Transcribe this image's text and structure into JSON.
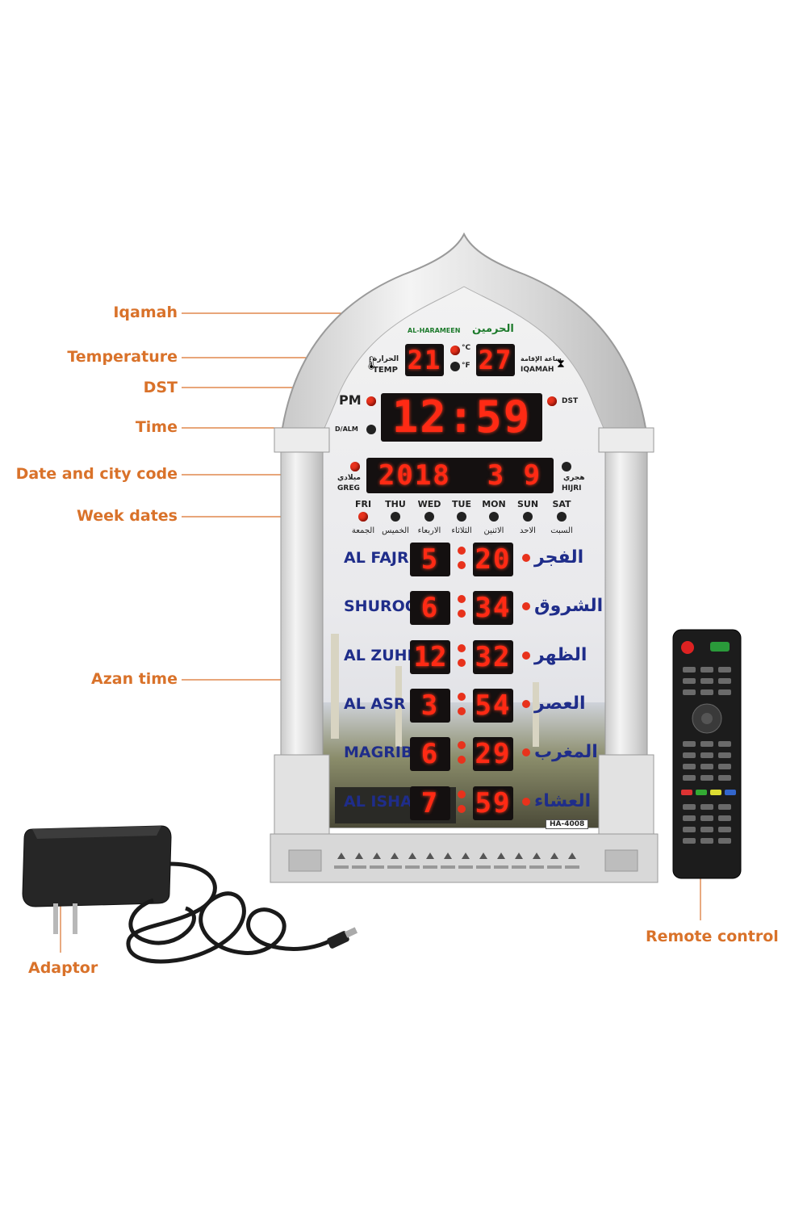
{
  "callouts": {
    "iqamah": "Iqamah",
    "temperature": "Temperature",
    "dst": "DST",
    "time": "Time",
    "date_city": "Date and city code",
    "week_dates": "Week dates",
    "azan_time": "Azan time",
    "remote": "Remote control",
    "adaptor": "Adaptor"
  },
  "clock": {
    "brand_en": "AL-HARAMEEN",
    "brand_ar": "الحرمين",
    "temp_label_ar": "الحرارة",
    "temp_label": "TEMP",
    "temp_value": "21",
    "unit_c": "°C",
    "unit_f": "°F",
    "iqamah_label_ar": "ساعة الإقامة",
    "iqamah_label": "IQAMAH",
    "iqamah_value": "27",
    "pm": "PM",
    "dst": "DST",
    "d_alm": "D/ALM",
    "time_value": "12:59",
    "greg_ar": "ميلادي",
    "greg": "GREG",
    "hijri_ar": "هجري",
    "hijri": "HIJRI",
    "date_value": "2018  3 9",
    "model": "HA-4008",
    "days": [
      {
        "en": "FRI",
        "ar": "الجمعة"
      },
      {
        "en": "THU",
        "ar": "الخميس"
      },
      {
        "en": "WED",
        "ar": "الاربعاء"
      },
      {
        "en": "TUE",
        "ar": "الثلاثاء"
      },
      {
        "en": "MON",
        "ar": "الاثنين"
      },
      {
        "en": "SUN",
        "ar": "الاحد"
      },
      {
        "en": "SAT",
        "ar": "السبت"
      }
    ],
    "prayers": [
      {
        "en": "AL FAJR",
        "ar": "الفجر",
        "h": "5",
        "m": "20"
      },
      {
        "en": "SHUROQ",
        "ar": "الشروق",
        "h": "6",
        "m": "34"
      },
      {
        "en": "AL ZUHR",
        "ar": "الظهر",
        "h": "12",
        "m": "32"
      },
      {
        "en": "AL ASR",
        "ar": "العصر",
        "h": "3",
        "m": "54"
      },
      {
        "en": "MAGRIB",
        "ar": "المغرب",
        "h": "6",
        "m": "29"
      },
      {
        "en": "AL ISHA",
        "ar": "العشاء",
        "h": "7",
        "m": "59"
      }
    ]
  },
  "colors": {
    "callout": "#d9722a",
    "led": "#ff2a14",
    "prayer_text": "#1f2d8a"
  }
}
